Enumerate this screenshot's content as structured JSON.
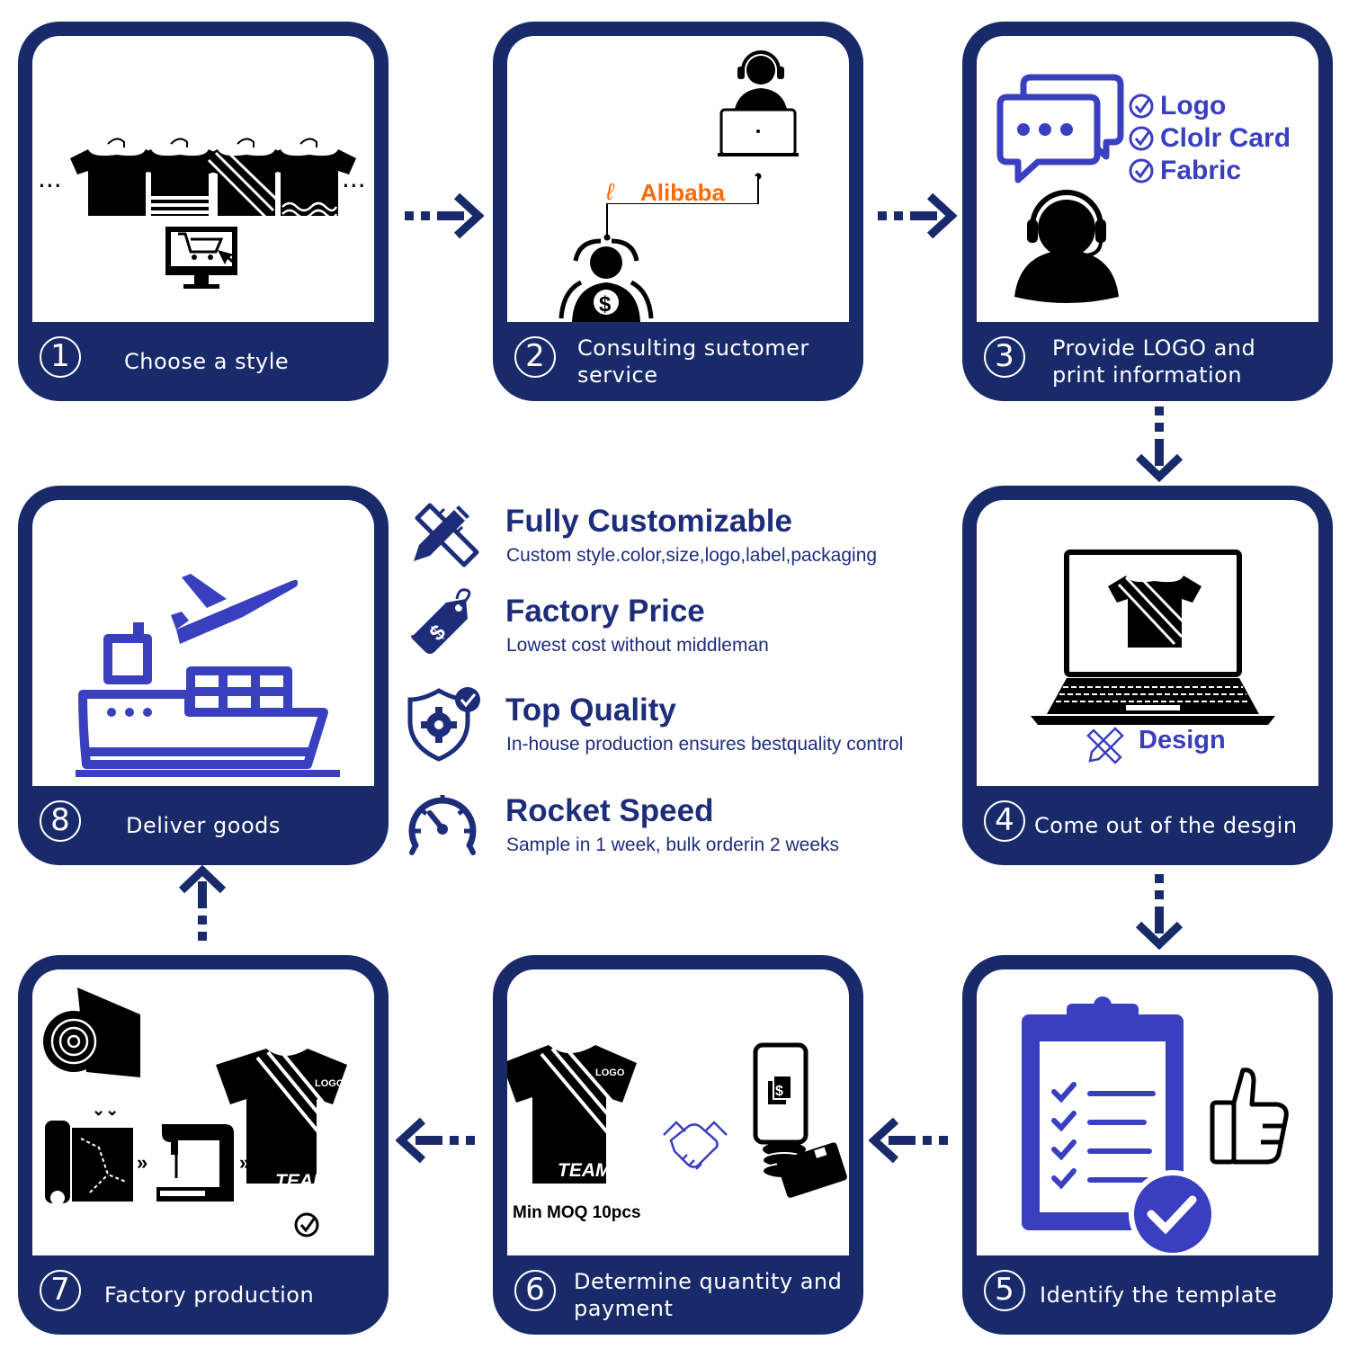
{
  "steps": [
    {
      "number": "1",
      "label": "Choose a style"
    },
    {
      "number": "2",
      "label": "Consulting suctomer service"
    },
    {
      "number": "3",
      "label": "Provide LOGO and print information"
    },
    {
      "number": "4",
      "label": "Come out of the desgin"
    },
    {
      "number": "5",
      "label": "Identify the template"
    },
    {
      "number": "6",
      "label": "Determine quantity and payment"
    },
    {
      "number": "7",
      "label": "Factory production"
    },
    {
      "number": "8",
      "label": "Deliver goods"
    }
  ],
  "step2": {
    "brand": "Alibaba"
  },
  "step3": {
    "checklist": [
      "Logo",
      "Clolr Card",
      "Fabric"
    ]
  },
  "step4": {
    "design_label": "Design"
  },
  "step6": {
    "moq": "Min MOQ 10pcs",
    "shirt_logo": "LOGO",
    "shirt_text": "TEAM"
  },
  "step7": {
    "shirt_logo": "LOGO",
    "shirt_text": "TEAM"
  },
  "features": [
    {
      "title": "Fully Customizable",
      "subtitle": "Custom style.color,size,logo,label,packaging",
      "icon": "pencil-ruler-icon"
    },
    {
      "title": "Factory Price",
      "subtitle": "Lowest cost without middleman",
      "icon": "price-tag-icon"
    },
    {
      "title": "Top Quality",
      "subtitle": "In-house production ensures bestquality control",
      "icon": "shield-gear-icon"
    },
    {
      "title": "Rocket Speed",
      "subtitle": "Sample in 1 week, bulk orderin 2 weeks",
      "icon": "speedometer-icon"
    }
  ],
  "colors": {
    "navy": "#192a6b",
    "accent_blue": "#3a3fbf",
    "feature_text": "#1e2d7a",
    "alibaba_orange": "#ff6a00"
  }
}
